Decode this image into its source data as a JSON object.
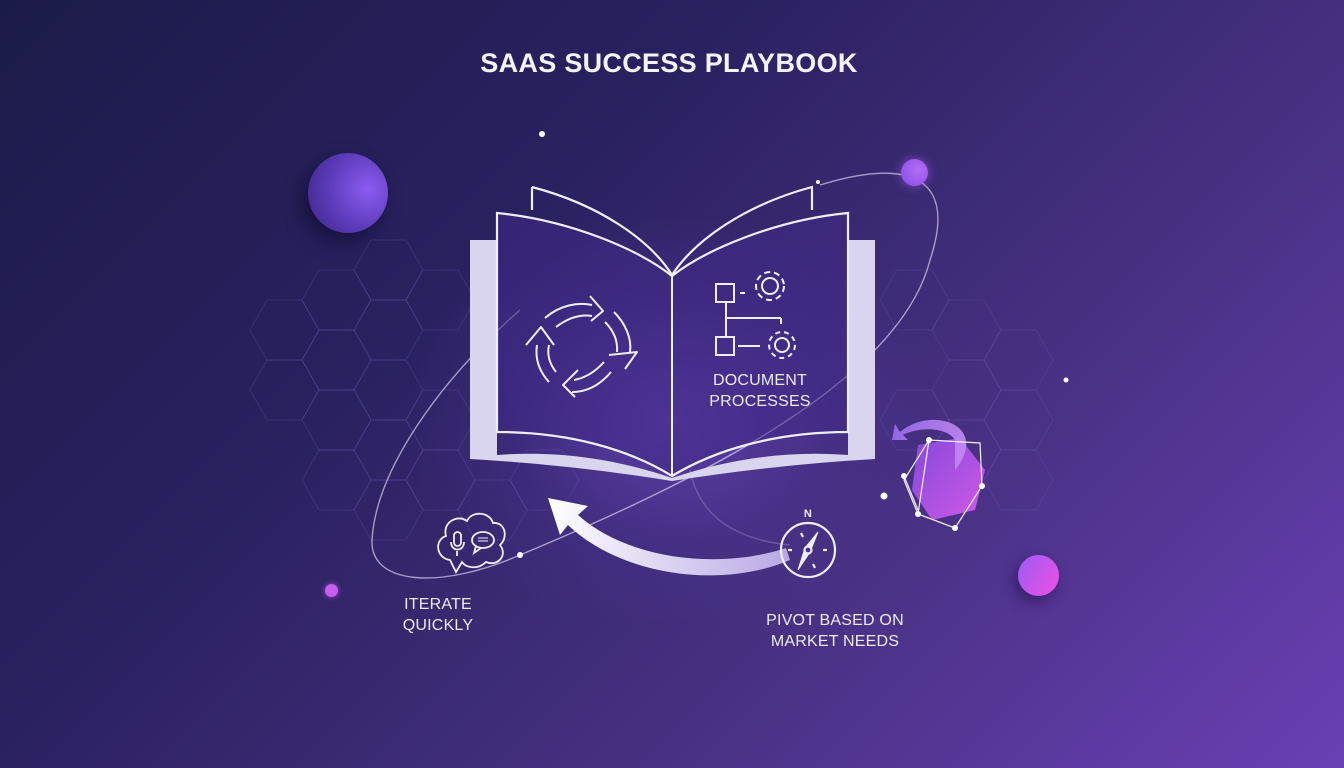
{
  "title": "SAAS SUCCESS PLAYBOOK",
  "sections": {
    "document_processes": {
      "line1": "DOCUMENT",
      "line2": "PROCESSES",
      "icon": "process-flow-gears-icon"
    },
    "iterate": {
      "line1": "ITERATE",
      "line2": "QUICKLY",
      "icon": "chat-cloud-microphone-icon"
    },
    "pivot": {
      "line1": "PIVOT BASED ON",
      "line2": "MARKET NEEDS",
      "icon": "compass-icon",
      "compass_letter": "N"
    },
    "cycle": {
      "icon": "cycle-arrows-icon"
    }
  },
  "colors": {
    "bg_dark": "#1b1b48",
    "bg_light": "#6a40b4",
    "book_page": "#d9d5ee",
    "line": "#f1eefb",
    "orb_purple": "#7b4fe0",
    "orb_pink": "#e84fe8"
  }
}
